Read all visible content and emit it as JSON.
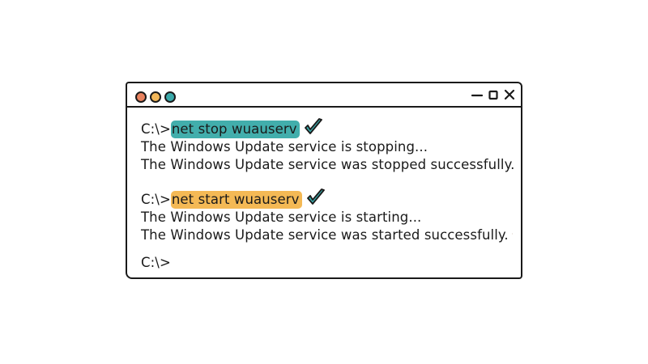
{
  "window": {
    "controls": {
      "traffic_lights": [
        {
          "name": "red",
          "color": "#e8825f"
        },
        {
          "name": "yellow",
          "color": "#f2b759"
        },
        {
          "name": "teal",
          "color": "#3aa9aa"
        }
      ],
      "minimize_icon": "minimize-icon",
      "maximize_icon": "maximize-icon",
      "close_icon": "close-icon"
    }
  },
  "terminal": {
    "blocks": [
      {
        "prompt": "C:\\>",
        "command": "net stop wuauserv",
        "highlight_color": "#42aeac",
        "command_check_color": "#3aa9aa",
        "output": [
          {
            "text": "The Windows Update service is stopping...",
            "check": false
          },
          {
            "text": "The Windows Update service was stopped successfully.",
            "check": true,
            "check_color": "#f2b759"
          }
        ]
      },
      {
        "prompt": "C:\\>",
        "command": "net start wuauserv",
        "highlight_color": "#f4b955",
        "command_check_color": "#3aa9aa",
        "output": [
          {
            "text": "The Windows Update service is starting...",
            "check": false
          },
          {
            "text": "The Windows Update service was started successfully.",
            "check": true,
            "check_color": "#f2b759"
          }
        ]
      }
    ],
    "final_prompt": "C:\\>"
  }
}
